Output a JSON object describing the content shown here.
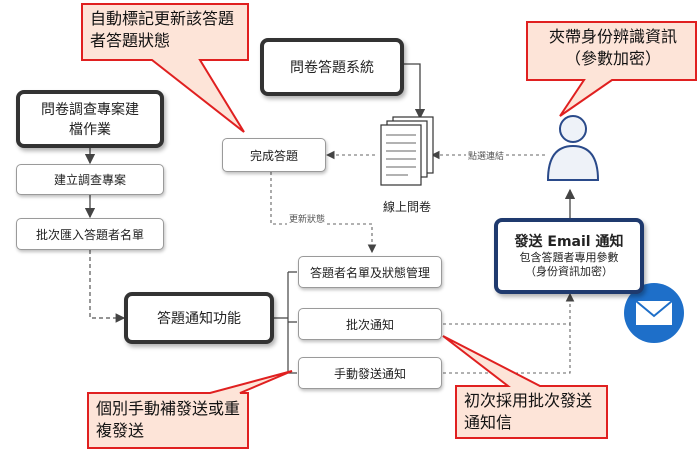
{
  "callouts": {
    "auto_mark": "自動標記更新該答題者答題狀態",
    "encrypted": "夾帶身份辨識資訊（參數加密）",
    "manual_resend": "個別手動補發送或重複發送",
    "batch_first": "初次採用批次發送通知信"
  },
  "boxes": {
    "survey_system": "問卷答題系統",
    "project_setup": "問卷調查專案建檔作業",
    "create_project": "建立調查專案",
    "batch_import": "批次匯入答題者名單",
    "notify_function": "答題通知功能",
    "complete_answer": "完成答題",
    "respondent_mgmt": "答題者名單及狀態管理",
    "batch_notify": "批次通知",
    "manual_notify": "手動發送通知",
    "email_title": "發送 Email 通知",
    "email_sub1": "包含答題者專用參數",
    "email_sub2": "（身份資訊加密）"
  },
  "labels": {
    "online_survey": "線上問卷",
    "click_link": "點選連結",
    "update_status": "更新狀態"
  },
  "icons": {
    "user": "user-icon",
    "document": "document-stack-icon",
    "email": "envelope-icon"
  },
  "colors": {
    "callout_fill": "#fde4d8",
    "callout_border": "#e02020",
    "email_border": "#1f3a6e",
    "email_icon": "#1e6fc9"
  }
}
